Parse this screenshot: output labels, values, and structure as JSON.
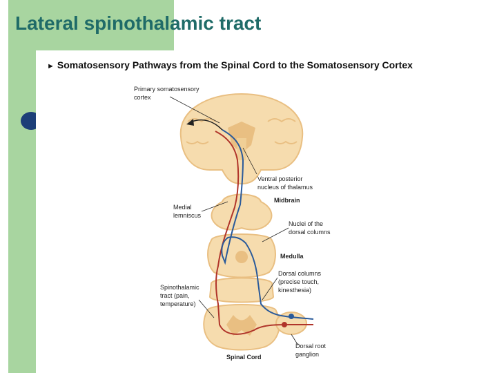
{
  "slide": {
    "title": "Lateral spinothalamic tract"
  },
  "figure": {
    "title": "Somatosensory Pathways from the Spinal Cord to the Somatosensory Cortex",
    "labels": {
      "cortex_1": "Primary somatosensory",
      "cortex_2": "cortex",
      "vpn_1": "Ventral posterior",
      "vpn_2": "nucleus of thalamus",
      "midbrain": "Midbrain",
      "medial_1": "Medial",
      "medial_2": "lemniscus",
      "nuclei_1": "Nuclei of the",
      "nuclei_2": "dorsal columns",
      "medulla": "Medulla",
      "dorsal_1": "Dorsal columns",
      "dorsal_2": "(precise touch,",
      "dorsal_3": "kinesthesia)",
      "spino_1": "Spinothalamic",
      "spino_2": "tract (pain,",
      "spino_3": "temperature)",
      "ganglion_1": "Dorsal root",
      "ganglion_2": "ganglion",
      "spinal_cord": "Spinal Cord"
    },
    "colors": {
      "tissue": "#f6dcae",
      "tissue_dark": "#e9bf82",
      "tract_red": "#b0342a",
      "tract_blue": "#2a5a9a"
    }
  }
}
